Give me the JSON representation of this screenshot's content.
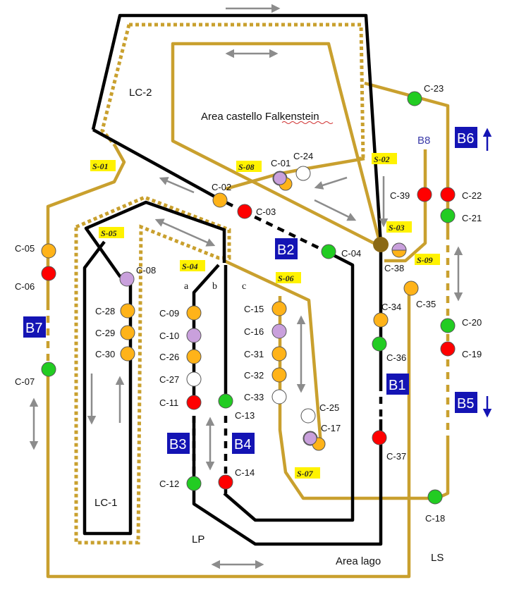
{
  "colors": {
    "track_main": "#000000",
    "track_secondary": "#C9A02E",
    "signal_label_bg": "#FFF200",
    "block_bg": "#1414B4",
    "block_text": "#FFFFFF",
    "arrow_gray": "#8C8C8C",
    "arrow_blue": "#1414B4",
    "signal_red": "#FF0000",
    "signal_green": "#22CC22",
    "signal_yellow": "#FFB319",
    "signal_violet": "#C9A0DC",
    "signal_white": "#FFFFFF"
  },
  "areas": {
    "lc2": "LC-2",
    "castello": "Area castello Falkenstein",
    "lc1": "LC-1",
    "lp": "LP",
    "lago": "Area lago",
    "ls": "LS"
  },
  "tracks": {
    "a": "a",
    "b": "b",
    "c": "c"
  },
  "signal_labels": {
    "s01": "S-01",
    "s02": "S-02",
    "s03": "S-03",
    "s04": "S-04",
    "s05": "S-05",
    "s06": "S-06",
    "s07": "S-07",
    "s08": "S-08",
    "s09": "S-09"
  },
  "blocks": {
    "b1": "B1",
    "b2": "B2",
    "b3": "B3",
    "b4": "B4",
    "b5": "B5",
    "b6": "B6",
    "b7": "B7",
    "b8": "B8"
  },
  "circuits": {
    "c01": {
      "id": "C-01",
      "state": "violet"
    },
    "c02": {
      "id": "C-02",
      "state": "yellow"
    },
    "c03": {
      "id": "C-03",
      "state": "red"
    },
    "c04": {
      "id": "C-04",
      "state": "green"
    },
    "c05": {
      "id": "C-05",
      "state": "yellow"
    },
    "c06": {
      "id": "C-06",
      "state": "red"
    },
    "c07": {
      "id": "C-07",
      "state": "green"
    },
    "c08": {
      "id": "C-08",
      "state": "violet"
    },
    "c09": {
      "id": "C-09",
      "state": "yellow"
    },
    "c10": {
      "id": "C-10",
      "state": "violet"
    },
    "c11": {
      "id": "C-11",
      "state": "red"
    },
    "c12": {
      "id": "C-12",
      "state": "green"
    },
    "c13": {
      "id": "C-13",
      "state": "green"
    },
    "c14": {
      "id": "C-14",
      "state": "red"
    },
    "c15": {
      "id": "C-15",
      "state": "yellow"
    },
    "c16": {
      "id": "C-16",
      "state": "violet"
    },
    "c17": {
      "id": "C-17",
      "state": "violet"
    },
    "c18": {
      "id": "C-18",
      "state": "green"
    },
    "c19": {
      "id": "C-19",
      "state": "red"
    },
    "c20": {
      "id": "C-20",
      "state": "green"
    },
    "c21": {
      "id": "C-21",
      "state": "green"
    },
    "c22": {
      "id": "C-22",
      "state": "red"
    },
    "c23": {
      "id": "C-23",
      "state": "green"
    },
    "c24": {
      "id": "C-24",
      "state": "white"
    },
    "c25": {
      "id": "C-25",
      "state": "white"
    },
    "c26": {
      "id": "C-26",
      "state": "yellow"
    },
    "c27": {
      "id": "C-27",
      "state": "white"
    },
    "c28": {
      "id": "C-28",
      "state": "yellow"
    },
    "c29": {
      "id": "C-29",
      "state": "yellow"
    },
    "c30": {
      "id": "C-30",
      "state": "yellow"
    },
    "c31": {
      "id": "C-31",
      "state": "yellow"
    },
    "c32": {
      "id": "C-32",
      "state": "yellow"
    },
    "c33": {
      "id": "C-33",
      "state": "white"
    },
    "c34": {
      "id": "C-34",
      "state": "yellow"
    },
    "c35": {
      "id": "C-35",
      "state": "yellow"
    },
    "c36": {
      "id": "C-36",
      "state": "green"
    },
    "c37": {
      "id": "C-37",
      "state": "red"
    },
    "c38": {
      "id": "C-38",
      "state": "violet-yellow"
    },
    "c39": {
      "id": "C-39",
      "state": "red"
    }
  }
}
